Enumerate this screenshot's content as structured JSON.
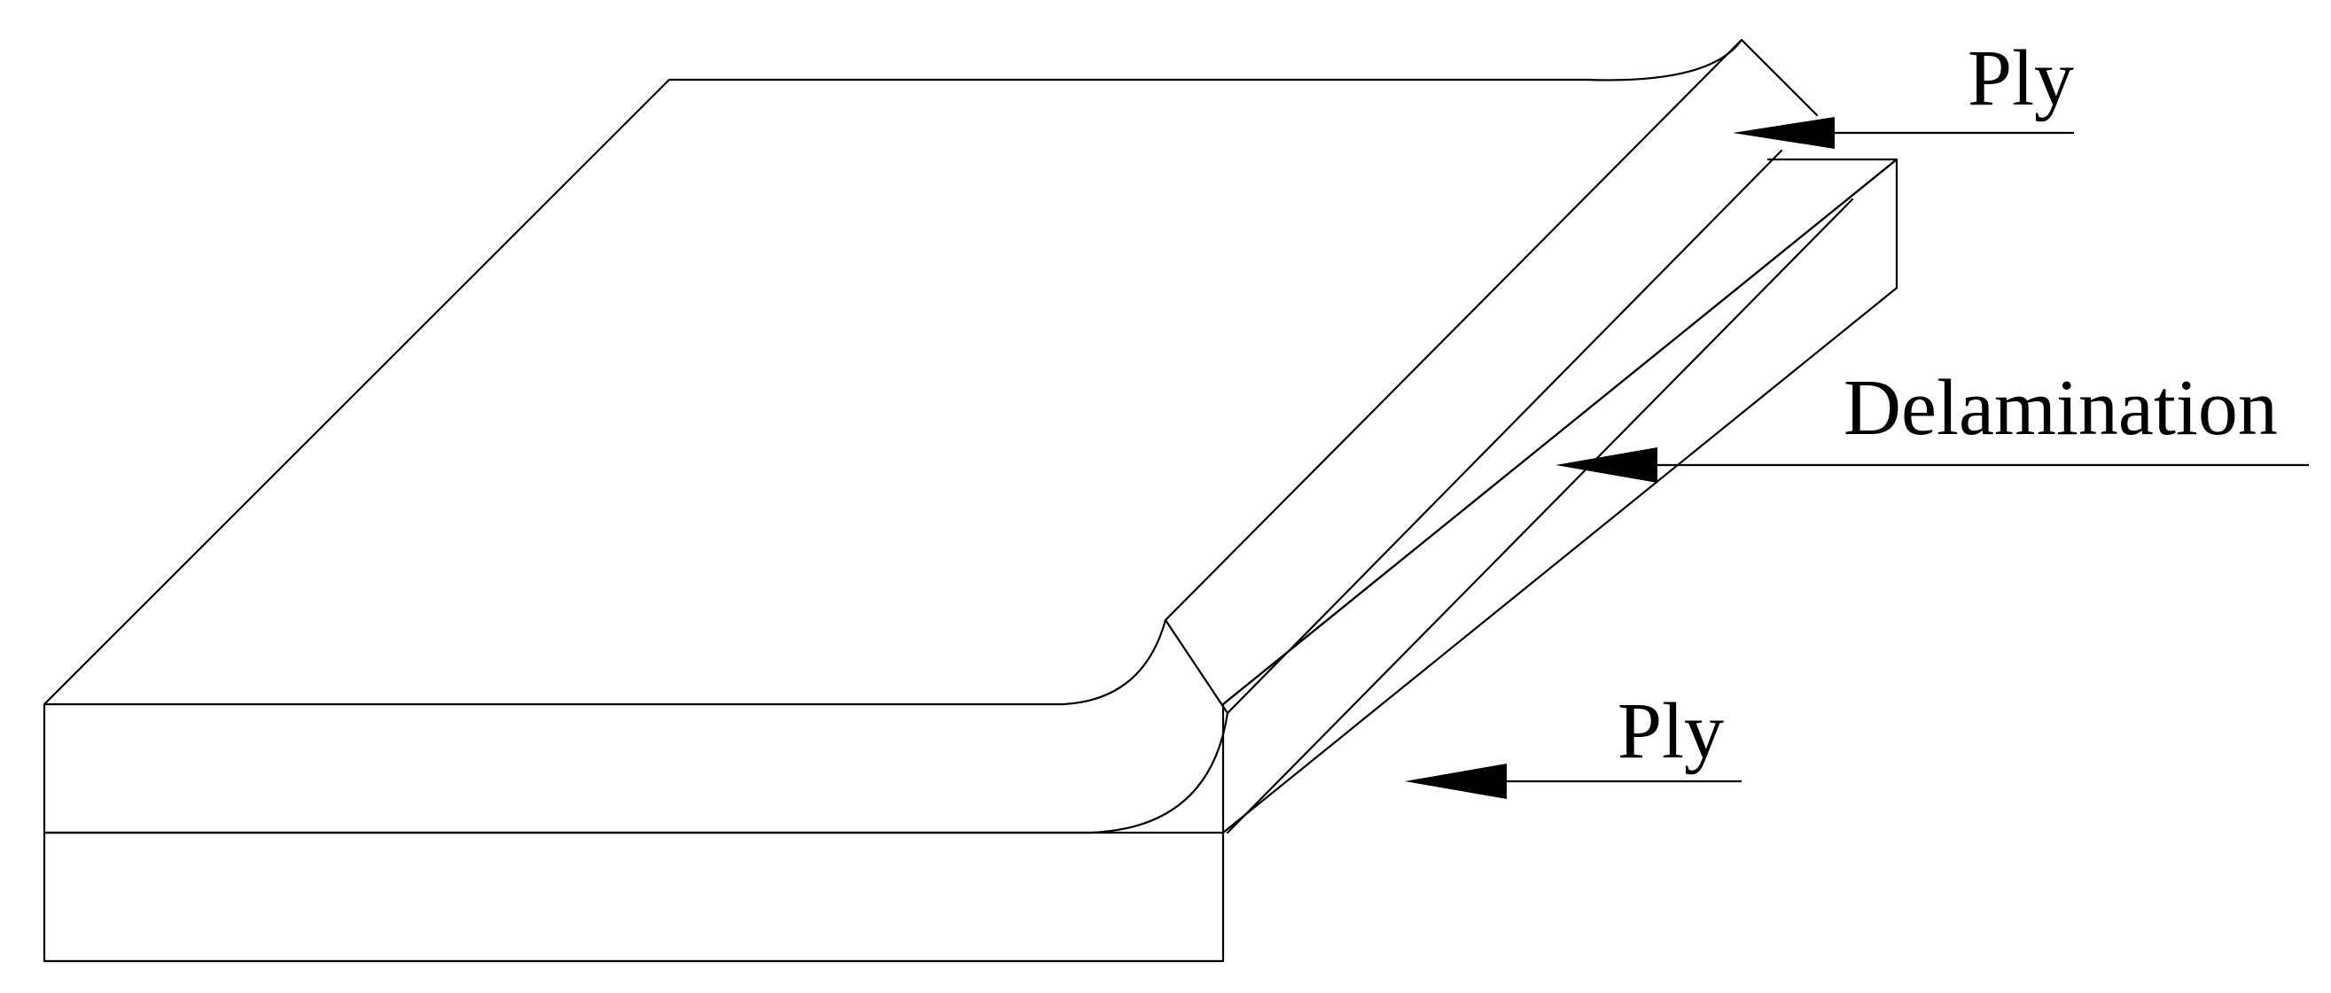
{
  "labels": {
    "top_ply": "Ply",
    "delamination": "Delamination",
    "bottom_ply": "Ply"
  },
  "colors": {
    "line": "#000000",
    "background": "#ffffff"
  }
}
